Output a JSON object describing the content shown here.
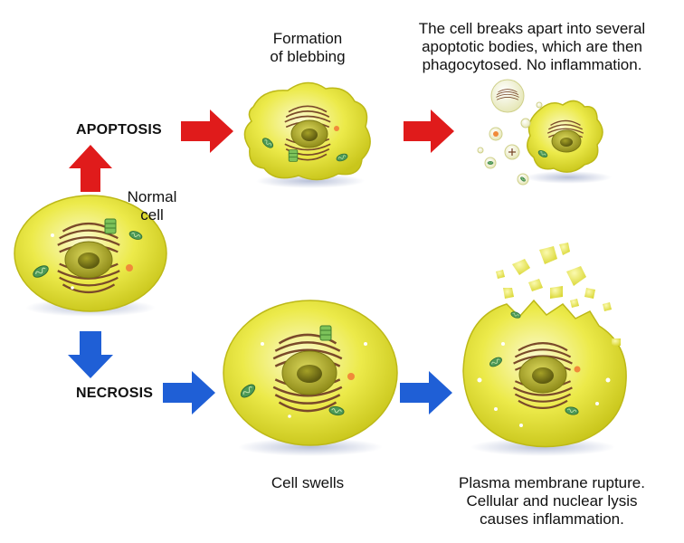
{
  "labels": {
    "apoptosis": "APOPTOSIS",
    "necrosis": "NECROSIS",
    "normal_cell": [
      "Normal",
      "cell"
    ],
    "blebbing": [
      "Formation",
      "of blebbing"
    ],
    "apoptotic_bodies": [
      "The cell breaks apart into several",
      "apoptotic bodies, which are then",
      "phagocytosed.  No inflammation."
    ],
    "cell_swells": "Cell swells",
    "rupture": [
      "Plasma membrane rupture.",
      "Cellular and nuclear lysis",
      "causes inflammation."
    ]
  },
  "colors": {
    "apoptosis_arrow": "#e01b1b",
    "necrosis_arrow": "#1f5fd6",
    "cell_fill": "#e6e42a",
    "cell_rim": "#c7c41a",
    "nucleus": "#a7a320",
    "nucleolus": "#6f6c12",
    "er": "#7a4a2a",
    "mitochondria": "#3f8a4c"
  },
  "icons": {
    "arrow": "block-arrow-icon",
    "cell": "cell-icon"
  }
}
